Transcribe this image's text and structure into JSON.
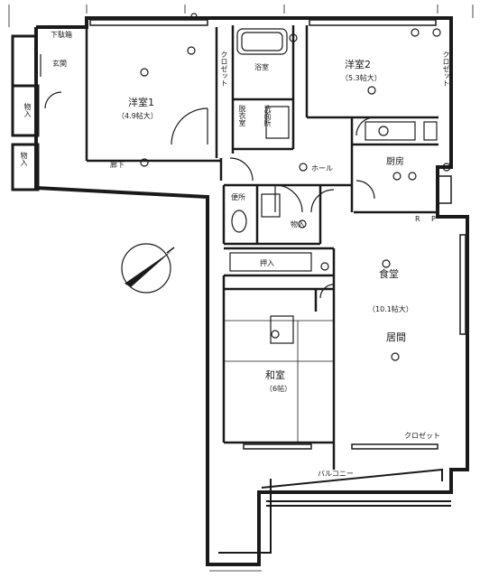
{
  "rooms": {
    "western1": {
      "name": "洋室1",
      "size": "（4.9帖大）"
    },
    "western2": {
      "name": "洋室2",
      "size": "（5.3帖大）"
    },
    "dining": {
      "name": "食堂",
      "size": "（10.1帖大）",
      "living": "居間"
    },
    "japanese": {
      "name": "和室",
      "size": "（6帖）"
    },
    "kitchen": "厨房",
    "bath": "浴室",
    "washroom": "洗面所",
    "dressing": "脱衣室",
    "hall": "ホール",
    "corridor": "廊下",
    "entrance": "玄関",
    "shoe_box": "下駄箱",
    "toilet": "便所",
    "balcony": "バルコニー"
  },
  "storage": {
    "closet_left": "物入",
    "closet_right": "クロゼット",
    "closet_center": "クロゼット",
    "closet_lower_left": "物入",
    "oshiire": "押入",
    "closet_balcony": "クロゼット",
    "storage_small": "物入"
  },
  "marks": {
    "ref": "R",
    "p": "P"
  }
}
